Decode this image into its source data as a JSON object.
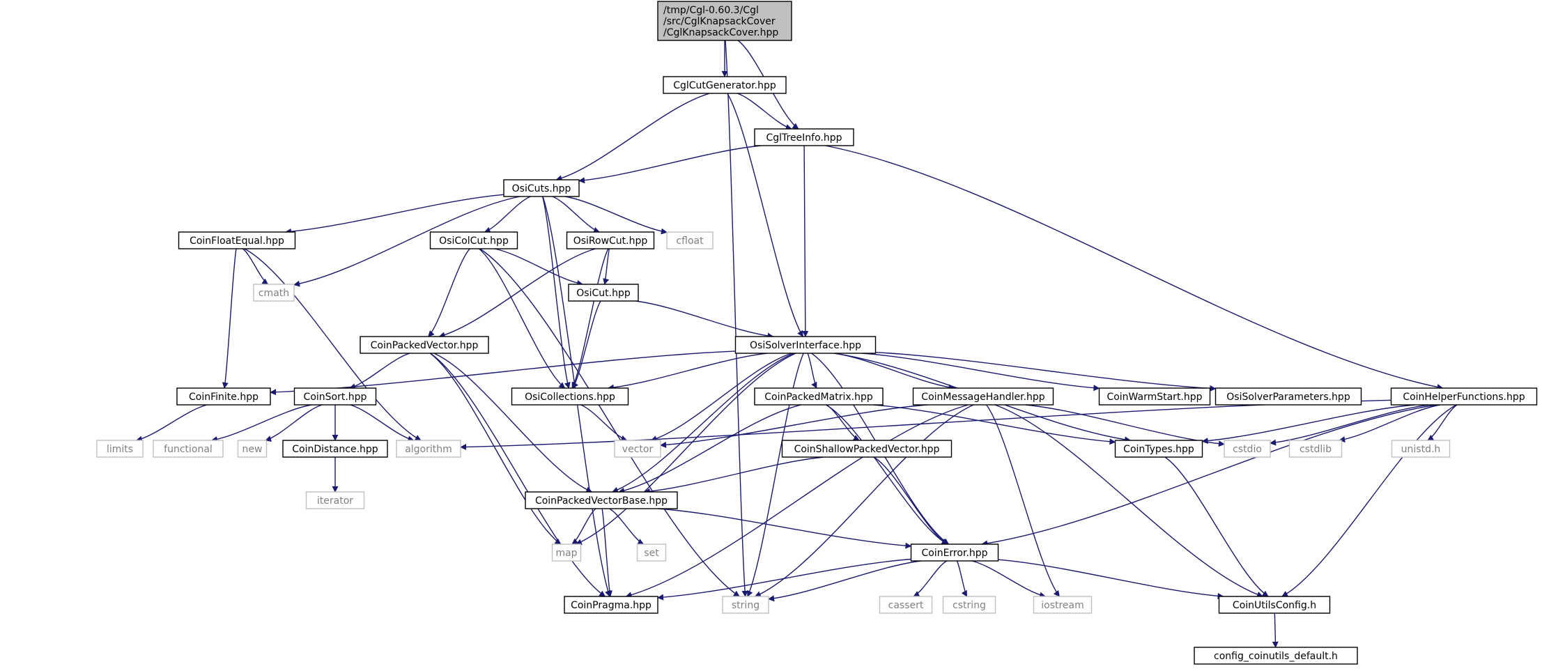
{
  "colors": {
    "edge": "#191970",
    "root_fill": "#bfbfbf",
    "node_border": "#000000",
    "external_border": "#bfbfbf",
    "external_text": "#808080",
    "text": "#000000"
  },
  "nodes": [
    {
      "id": "root",
      "lines": [
        "/tmp/Cgl-0.60.3/Cgl",
        "/src/CglKnapsackCover",
        "/CglKnapsackCover.hpp"
      ],
      "kind": "root"
    },
    {
      "id": "CglCutGenerator",
      "lines": [
        "CglCutGenerator.hpp"
      ],
      "kind": "internal"
    },
    {
      "id": "CglTreeInfo",
      "lines": [
        "CglTreeInfo.hpp"
      ],
      "kind": "internal"
    },
    {
      "id": "OsiCuts",
      "lines": [
        "OsiCuts.hpp"
      ],
      "kind": "internal"
    },
    {
      "id": "CoinFloatEqual",
      "lines": [
        "CoinFloatEqual.hpp"
      ],
      "kind": "internal"
    },
    {
      "id": "OsiColCut",
      "lines": [
        "OsiColCut.hpp"
      ],
      "kind": "internal"
    },
    {
      "id": "OsiRowCut",
      "lines": [
        "OsiRowCut.hpp"
      ],
      "kind": "internal"
    },
    {
      "id": "cfloat",
      "lines": [
        "cfloat"
      ],
      "kind": "external"
    },
    {
      "id": "cmath",
      "lines": [
        "cmath"
      ],
      "kind": "external"
    },
    {
      "id": "OsiCut",
      "lines": [
        "OsiCut.hpp"
      ],
      "kind": "internal"
    },
    {
      "id": "CoinPackedVector",
      "lines": [
        "CoinPackedVector.hpp"
      ],
      "kind": "internal"
    },
    {
      "id": "OsiSolverInterface",
      "lines": [
        "OsiSolverInterface.hpp"
      ],
      "kind": "internal"
    },
    {
      "id": "CoinFinite",
      "lines": [
        "CoinFinite.hpp"
      ],
      "kind": "internal"
    },
    {
      "id": "CoinSort",
      "lines": [
        "CoinSort.hpp"
      ],
      "kind": "internal"
    },
    {
      "id": "OsiCollections",
      "lines": [
        "OsiCollections.hpp"
      ],
      "kind": "internal"
    },
    {
      "id": "CoinPackedMatrix",
      "lines": [
        "CoinPackedMatrix.hpp"
      ],
      "kind": "internal"
    },
    {
      "id": "CoinMessageHandler",
      "lines": [
        "CoinMessageHandler.hpp"
      ],
      "kind": "internal"
    },
    {
      "id": "CoinWarmStart",
      "lines": [
        "CoinWarmStart.hpp"
      ],
      "kind": "internal"
    },
    {
      "id": "OsiSolverParameters",
      "lines": [
        "OsiSolverParameters.hpp"
      ],
      "kind": "internal"
    },
    {
      "id": "CoinHelperFunctions",
      "lines": [
        "CoinHelperFunctions.hpp"
      ],
      "kind": "internal"
    },
    {
      "id": "limits",
      "lines": [
        "limits"
      ],
      "kind": "external"
    },
    {
      "id": "functional",
      "lines": [
        "functional"
      ],
      "kind": "external"
    },
    {
      "id": "new",
      "lines": [
        "new"
      ],
      "kind": "external"
    },
    {
      "id": "CoinDistance",
      "lines": [
        "CoinDistance.hpp"
      ],
      "kind": "internal"
    },
    {
      "id": "algorithm",
      "lines": [
        "algorithm"
      ],
      "kind": "external"
    },
    {
      "id": "vector",
      "lines": [
        "vector"
      ],
      "kind": "external"
    },
    {
      "id": "CoinShallowPackedVector",
      "lines": [
        "CoinShallowPackedVector.hpp"
      ],
      "kind": "internal"
    },
    {
      "id": "CoinTypes",
      "lines": [
        "CoinTypes.hpp"
      ],
      "kind": "internal"
    },
    {
      "id": "cstdio",
      "lines": [
        "cstdio"
      ],
      "kind": "external"
    },
    {
      "id": "cstdlib",
      "lines": [
        "cstdlib"
      ],
      "kind": "external"
    },
    {
      "id": "unistd",
      "lines": [
        "unistd.h"
      ],
      "kind": "external"
    },
    {
      "id": "iterator",
      "lines": [
        "iterator"
      ],
      "kind": "external"
    },
    {
      "id": "CoinPackedVectorBase",
      "lines": [
        "CoinPackedVectorBase.hpp"
      ],
      "kind": "internal"
    },
    {
      "id": "map",
      "lines": [
        "map"
      ],
      "kind": "external"
    },
    {
      "id": "set",
      "lines": [
        "set"
      ],
      "kind": "external"
    },
    {
      "id": "CoinError",
      "lines": [
        "CoinError.hpp"
      ],
      "kind": "internal"
    },
    {
      "id": "CoinPragma",
      "lines": [
        "CoinPragma.hpp"
      ],
      "kind": "internal"
    },
    {
      "id": "string",
      "lines": [
        "string"
      ],
      "kind": "external"
    },
    {
      "id": "cassert",
      "lines": [
        "cassert"
      ],
      "kind": "external"
    },
    {
      "id": "cstring",
      "lines": [
        "cstring"
      ],
      "kind": "external"
    },
    {
      "id": "iostream",
      "lines": [
        "iostream"
      ],
      "kind": "external"
    },
    {
      "id": "CoinUtilsConfig",
      "lines": [
        "CoinUtilsConfig.h"
      ],
      "kind": "internal"
    },
    {
      "id": "config_coinutils_default",
      "lines": [
        "config_coinutils_default.h"
      ],
      "kind": "internal"
    }
  ],
  "edges": [
    [
      "root",
      "CglCutGenerator"
    ],
    [
      "root",
      "CglTreeInfo"
    ],
    [
      "root",
      "string"
    ],
    [
      "CglCutGenerator",
      "OsiCuts"
    ],
    [
      "CglCutGenerator",
      "OsiSolverInterface"
    ],
    [
      "CglCutGenerator",
      "CglTreeInfo"
    ],
    [
      "CglTreeInfo",
      "OsiCuts"
    ],
    [
      "CglTreeInfo",
      "OsiSolverInterface"
    ],
    [
      "CglTreeInfo",
      "CoinHelperFunctions"
    ],
    [
      "OsiCuts",
      "CoinPragma"
    ],
    [
      "OsiCuts",
      "cmath"
    ],
    [
      "OsiCuts",
      "CoinFloatEqual"
    ],
    [
      "OsiCuts",
      "OsiCollections"
    ],
    [
      "OsiCuts",
      "OsiColCut"
    ],
    [
      "OsiCuts",
      "OsiRowCut"
    ],
    [
      "OsiCuts",
      "cfloat"
    ],
    [
      "CoinFloatEqual",
      "algorithm"
    ],
    [
      "CoinFloatEqual",
      "cmath"
    ],
    [
      "CoinFloatEqual",
      "CoinFinite"
    ],
    [
      "OsiColCut",
      "string"
    ],
    [
      "OsiColCut",
      "CoinPackedVector"
    ],
    [
      "OsiColCut",
      "OsiCollections"
    ],
    [
      "OsiColCut",
      "OsiCut"
    ],
    [
      "OsiRowCut",
      "CoinPackedVector"
    ],
    [
      "OsiRowCut",
      "OsiCollections"
    ],
    [
      "OsiRowCut",
      "OsiCut"
    ],
    [
      "OsiCut",
      "OsiCollections"
    ],
    [
      "OsiCut",
      "OsiSolverInterface"
    ],
    [
      "CoinPackedVector",
      "map"
    ],
    [
      "CoinPackedVector",
      "CoinPragma"
    ],
    [
      "CoinPackedVector",
      "CoinPackedVectorBase"
    ],
    [
      "CoinPackedVector",
      "CoinSort"
    ],
    [
      "OsiSolverInterface",
      "string"
    ],
    [
      "OsiSolverInterface",
      "vector"
    ],
    [
      "OsiSolverInterface",
      "map"
    ],
    [
      "OsiSolverInterface",
      "CoinTypes"
    ],
    [
      "OsiSolverInterface",
      "CoinMessageHandler"
    ],
    [
      "OsiSolverInterface",
      "CoinPackedVectorBase"
    ],
    [
      "OsiSolverInterface",
      "CoinPackedMatrix"
    ],
    [
      "OsiSolverInterface",
      "CoinWarmStart"
    ],
    [
      "OsiSolverInterface",
      "CoinFinite"
    ],
    [
      "OsiSolverInterface",
      "CoinError"
    ],
    [
      "OsiSolverInterface",
      "OsiCollections"
    ],
    [
      "OsiSolverInterface",
      "OsiSolverParameters"
    ],
    [
      "CoinFinite",
      "limits"
    ],
    [
      "CoinSort",
      "functional"
    ],
    [
      "CoinSort",
      "new"
    ],
    [
      "CoinSort",
      "algorithm"
    ],
    [
      "CoinSort",
      "CoinDistance"
    ],
    [
      "CoinDistance",
      "iterator"
    ],
    [
      "OsiCollections",
      "vector"
    ],
    [
      "CoinPackedMatrix",
      "CoinError"
    ],
    [
      "CoinPackedMatrix",
      "CoinTypes"
    ],
    [
      "CoinPackedMatrix",
      "CoinPackedVectorBase"
    ],
    [
      "CoinPackedMatrix",
      "CoinShallowPackedVector"
    ],
    [
      "CoinMessageHandler",
      "iostream"
    ],
    [
      "CoinMessageHandler",
      "cstdio"
    ],
    [
      "CoinMessageHandler",
      "string"
    ],
    [
      "CoinMessageHandler",
      "vector"
    ],
    [
      "CoinMessageHandler",
      "CoinUtilsConfig"
    ],
    [
      "CoinMessageHandler",
      "CoinPragma"
    ],
    [
      "CoinHelperFunctions",
      "CoinUtilsConfig"
    ],
    [
      "CoinHelperFunctions",
      "unistd"
    ],
    [
      "CoinHelperFunctions",
      "cstdlib"
    ],
    [
      "CoinHelperFunctions",
      "cstdio"
    ],
    [
      "CoinHelperFunctions",
      "algorithm"
    ],
    [
      "CoinHelperFunctions",
      "CoinTypes"
    ],
    [
      "CoinHelperFunctions",
      "CoinError"
    ],
    [
      "CoinShallowPackedVector",
      "CoinError"
    ],
    [
      "CoinShallowPackedVector",
      "CoinPackedVectorBase"
    ],
    [
      "CoinTypes",
      "CoinUtilsConfig"
    ],
    [
      "CoinPackedVectorBase",
      "set"
    ],
    [
      "CoinPackedVectorBase",
      "map"
    ],
    [
      "CoinPackedVectorBase",
      "CoinError"
    ],
    [
      "CoinPackedVectorBase",
      "CoinPragma"
    ],
    [
      "CoinError",
      "string"
    ],
    [
      "CoinError",
      "iostream"
    ],
    [
      "CoinError",
      "cassert"
    ],
    [
      "CoinError",
      "cstring"
    ],
    [
      "CoinError",
      "CoinUtilsConfig"
    ],
    [
      "CoinError",
      "CoinPragma"
    ],
    [
      "CoinUtilsConfig",
      "config_coinutils_default"
    ]
  ]
}
